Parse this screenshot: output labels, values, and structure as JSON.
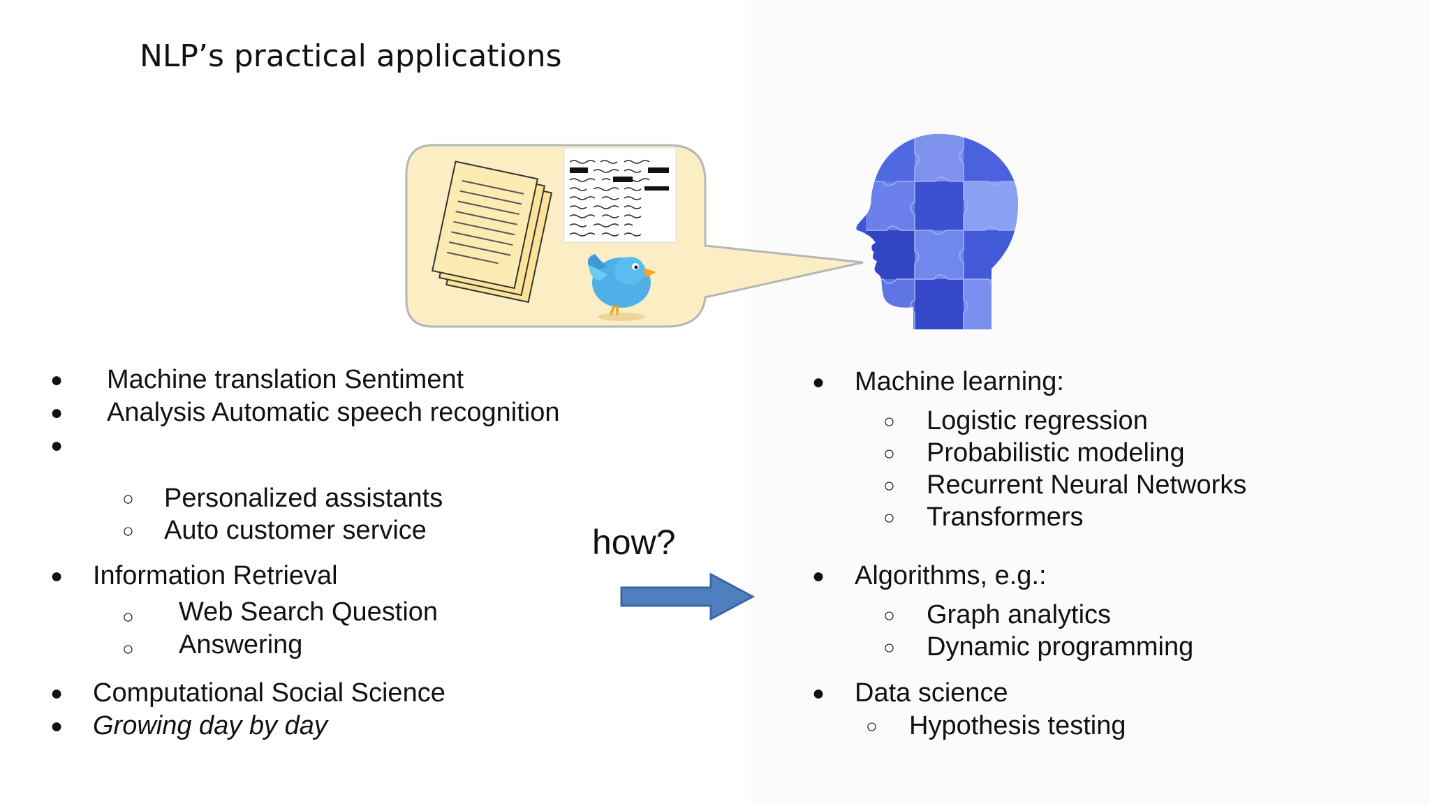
{
  "slide": {
    "title": "NLP’s practical applications",
    "how_label": "how?",
    "bullet_glyph": "●",
    "sub_bullet_glyph": "○"
  },
  "left": {
    "item1_line1": "Machine translation  Sentiment",
    "item1_line2": "Analysis  Automatic speech recognition",
    "item1_subs": [
      "Personalized assistants",
      "Auto customer service"
    ],
    "ir_label": "Information Retrieval",
    "ir_line1": "Web Search  Question",
    "ir_line2": "Answering",
    "css_label": "Computational Social Science",
    "growing_label": "Growing day by day"
  },
  "right": {
    "ml_label": "Machine learning:",
    "ml_subs": [
      "Logistic regression",
      "Probabilistic modeling",
      "Recurrent Neural Networks",
      "Transformers"
    ],
    "alg_label": "Algorithms, e.g.:",
    "alg_subs": [
      "Graph analytics",
      "Dynamic programming"
    ],
    "ds_label": "Data science",
    "ds_subs": [
      "Hypothesis testing"
    ]
  },
  "colors": {
    "bubble_fill": "#fbeec5",
    "bubble_stroke": "#b5b5b5",
    "paper_fill": "#fbe39a",
    "arrow_fill": "#4f7fbf",
    "arrow_stroke": "#3a67a3",
    "head_blue": "#3f57d6",
    "head_light": "#7f93ee"
  },
  "icons": {
    "documents": "document-stack-icon",
    "handwriting": "handwritten-note-icon",
    "bird": "twitter-bird-icon",
    "head": "puzzle-head-icon",
    "arrow": "right-arrow-icon"
  }
}
